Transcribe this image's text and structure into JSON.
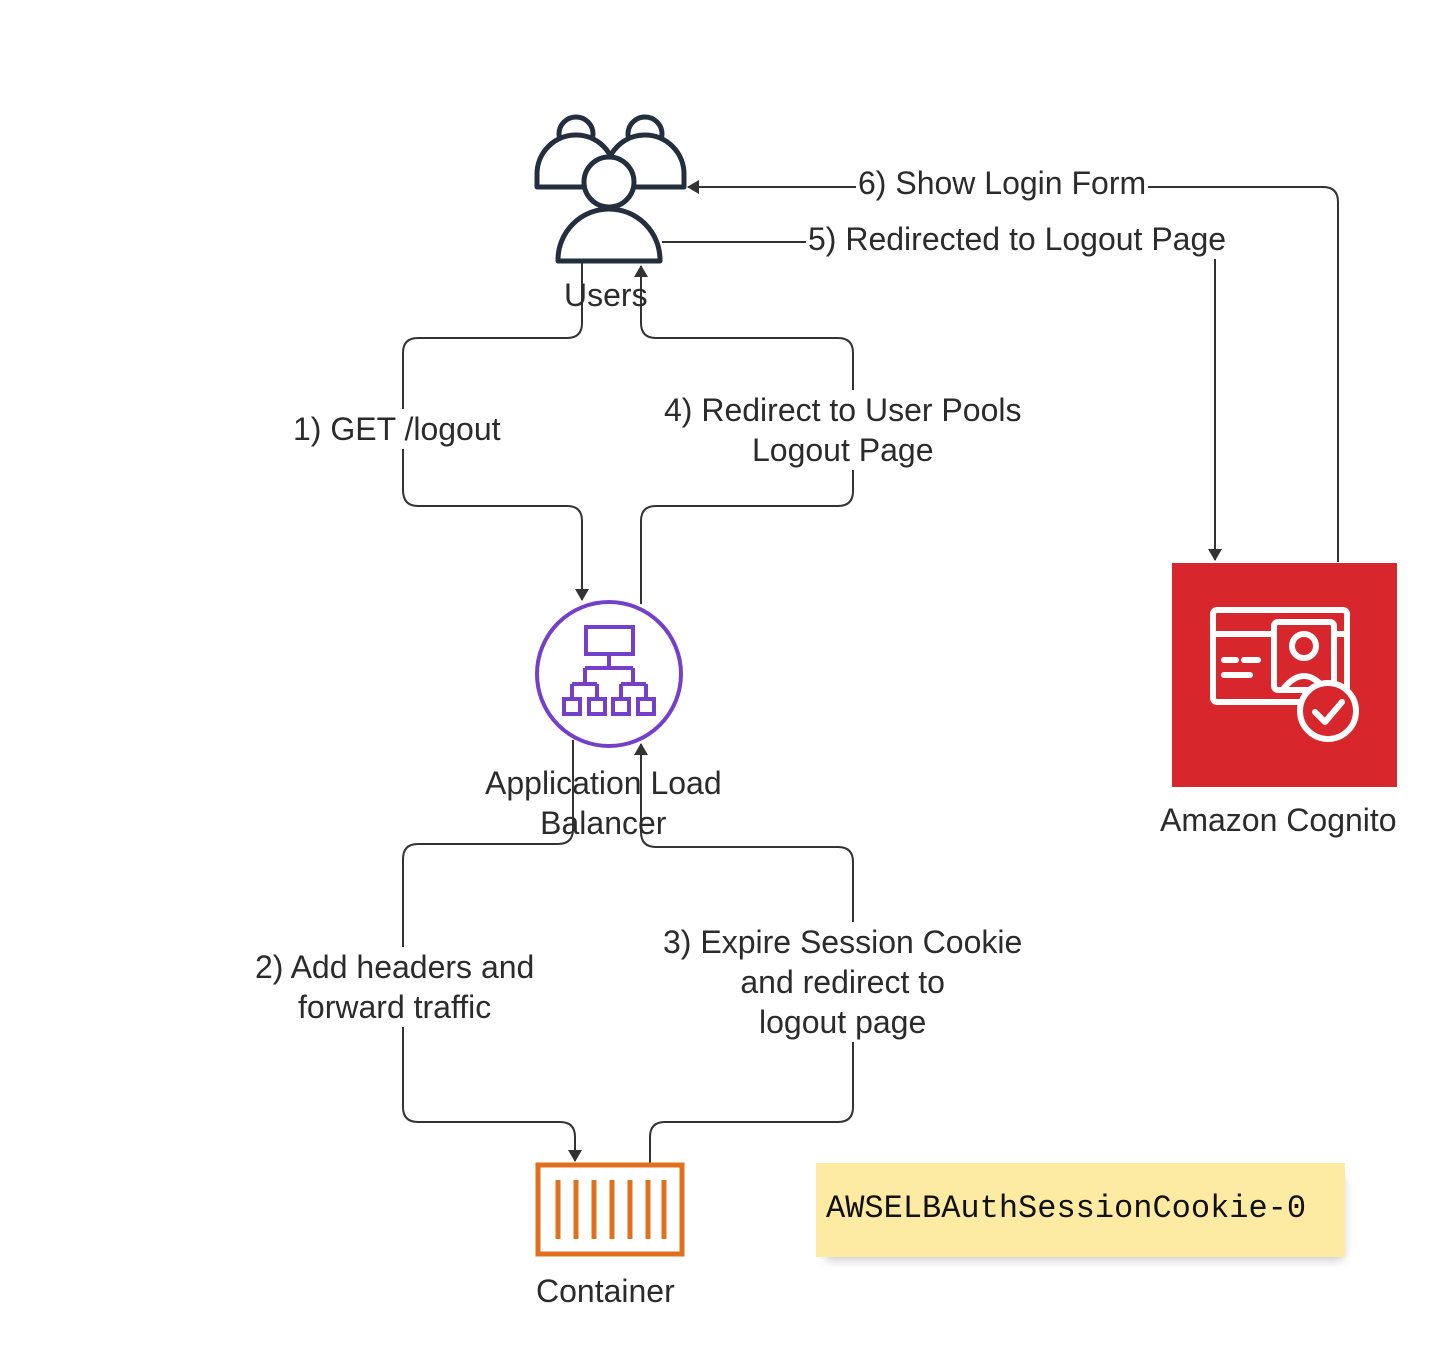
{
  "nodes": {
    "users": {
      "label": "Users",
      "icon": "users-icon"
    },
    "alb": {
      "label": "Application Load\nBalancer",
      "icon": "load-balancer-icon"
    },
    "container": {
      "label": "Container",
      "icon": "container-icon"
    },
    "cognito": {
      "label": "Amazon Cognito",
      "icon": "cognito-icon"
    }
  },
  "edges": {
    "step1": "1) GET /logout",
    "step2": "2) Add headers and\nforward traffic",
    "step3": "3) Expire Session Cookie\nand redirect to\nlogout page",
    "step4": "4) Redirect to User Pools\nLogout Page",
    "step5": "5) Redirected to Logout Page",
    "step6": "6) Show Login Form"
  },
  "note": {
    "text": "AWSELBAuthSessionCookie-0"
  },
  "colors": {
    "line": "#333333",
    "users_icon": "#232f3e",
    "alb_icon": "#7440c9",
    "container_icon": "#e0701c",
    "cognito_bg": "#d8262d",
    "note_bg": "#fdeba4"
  }
}
